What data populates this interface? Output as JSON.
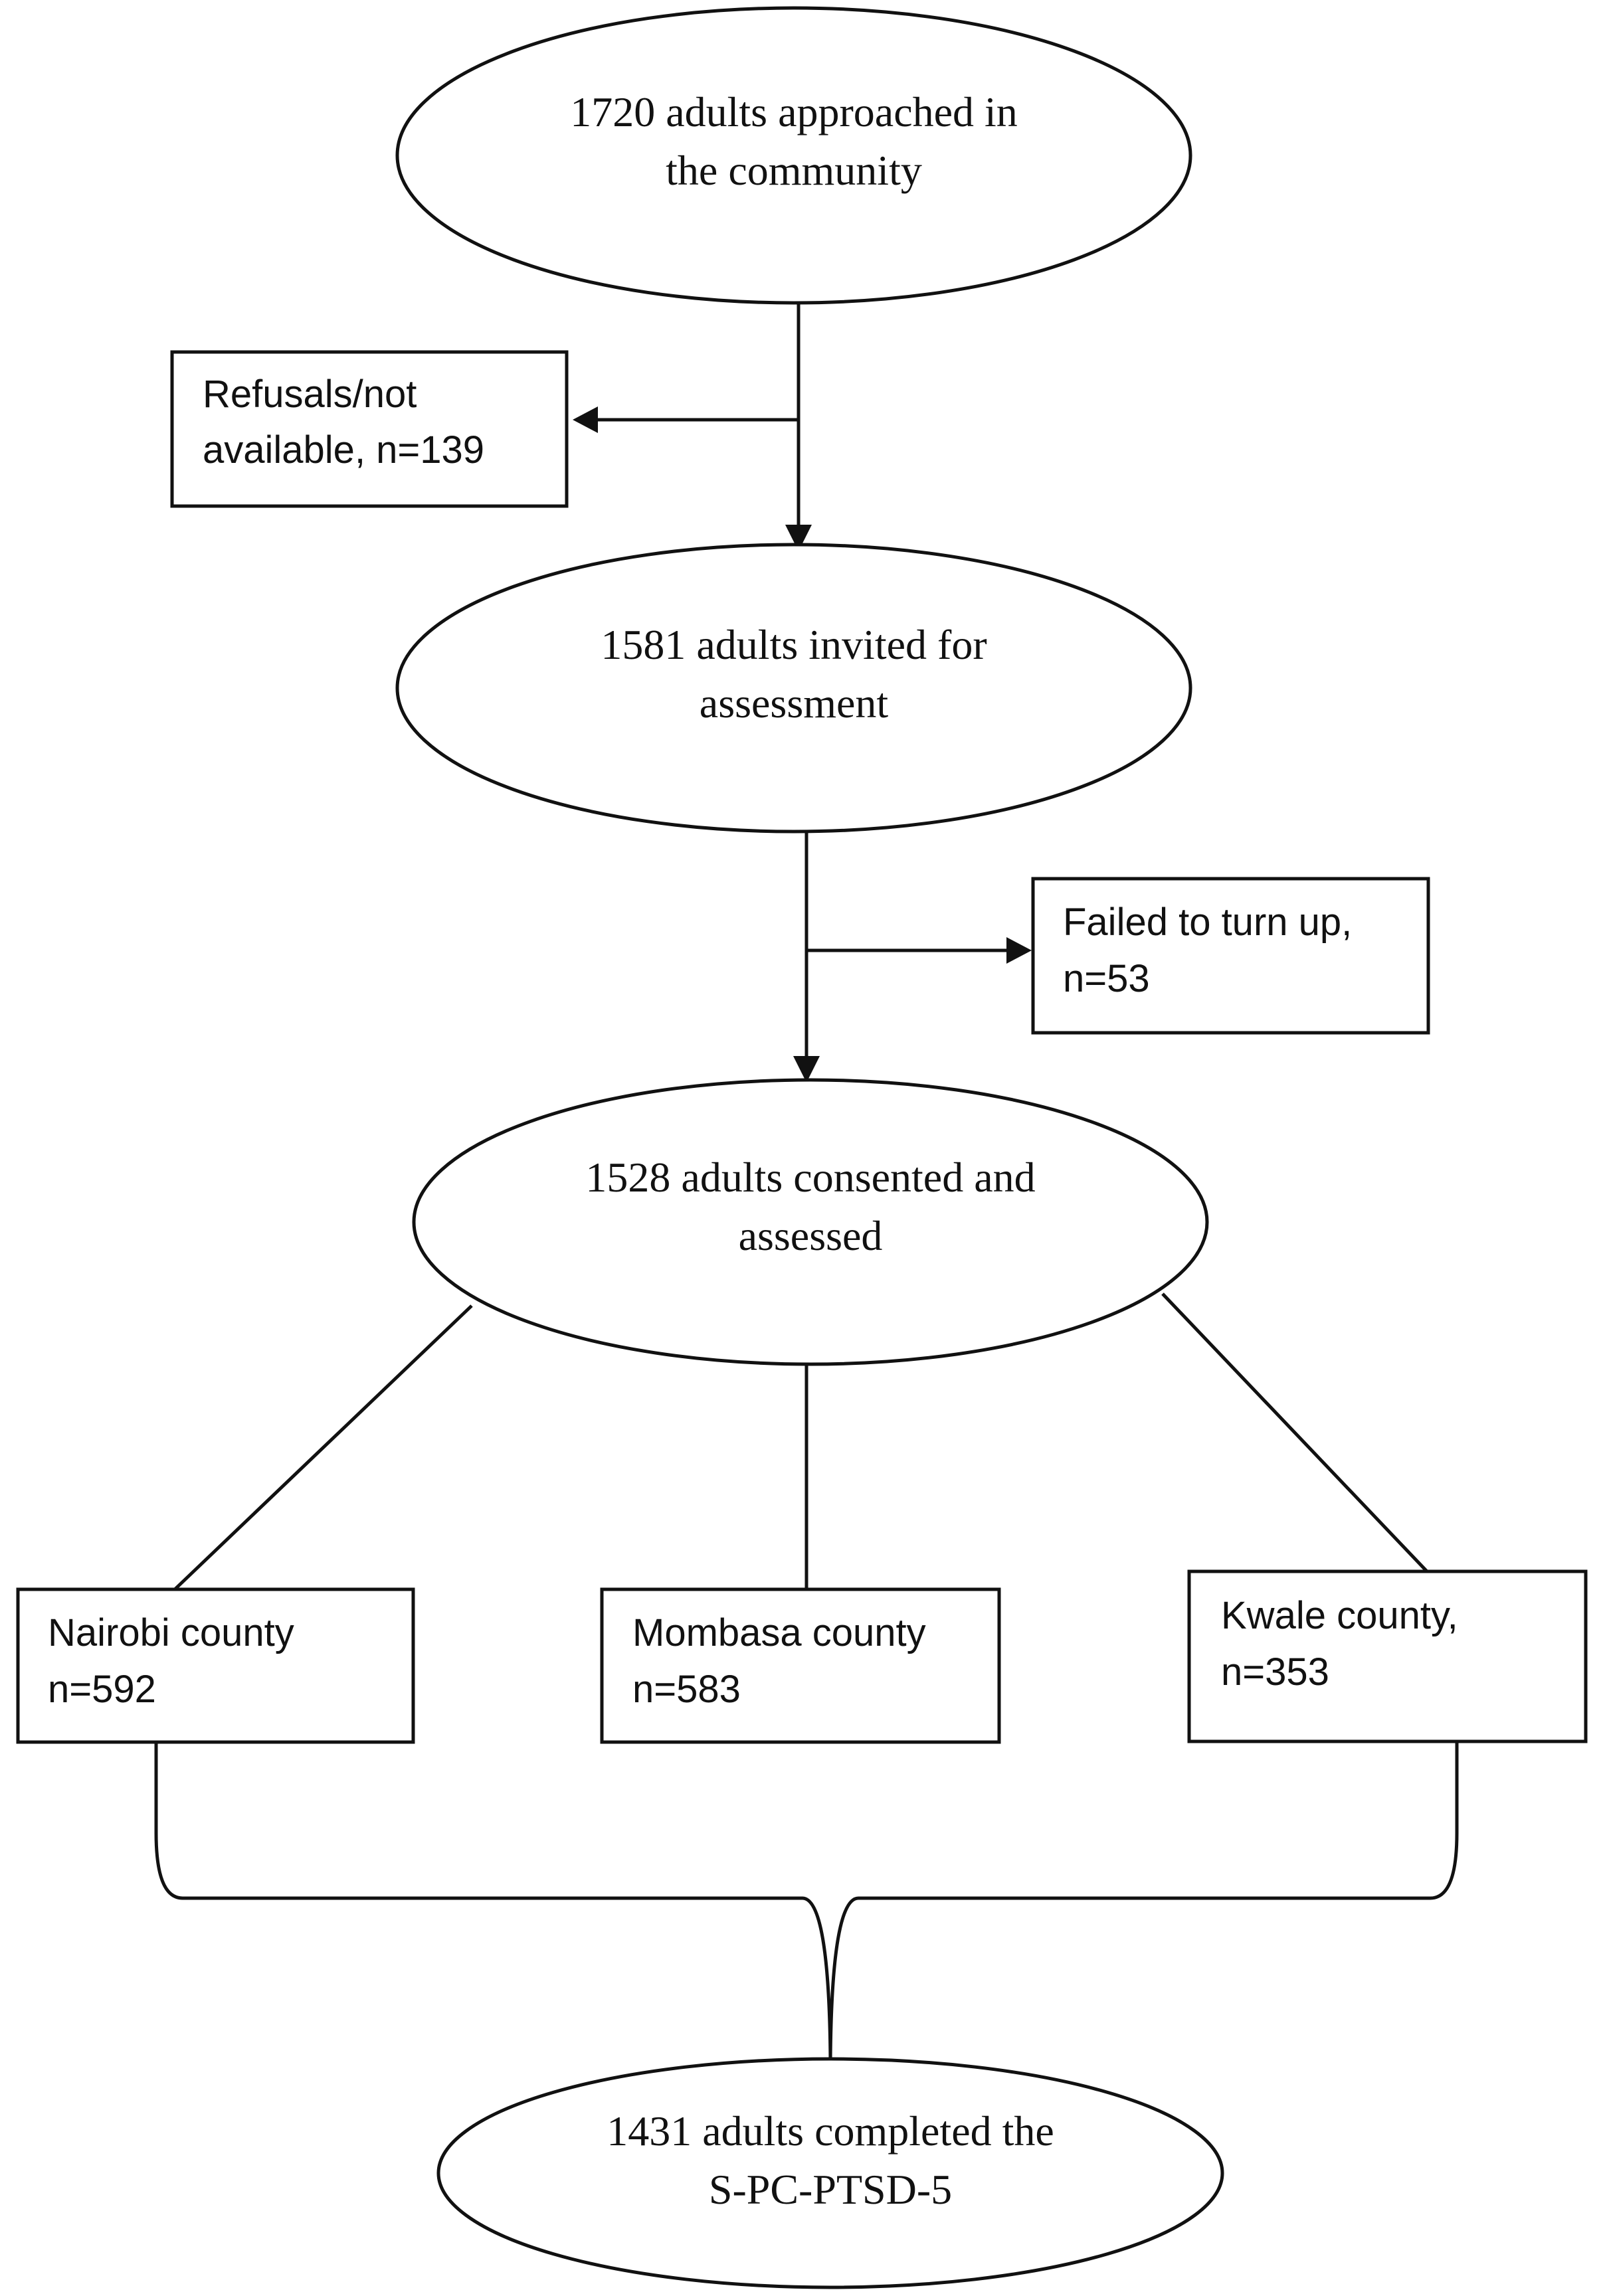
{
  "colors": {
    "stroke": "#111111",
    "fill": "#ffffff",
    "text": "#111111"
  },
  "nodes": {
    "approached": {
      "lines": [
        "1720 adults approached in",
        "the community"
      ]
    },
    "refusals": {
      "lines": [
        "Refusals/not",
        "available, n=139"
      ]
    },
    "invited": {
      "lines": [
        "1581 adults invited for",
        "assessment"
      ]
    },
    "failed": {
      "lines": [
        "Failed to turn up,",
        "n=53"
      ]
    },
    "consented": {
      "lines": [
        "1528 adults consented and",
        "assessed"
      ]
    },
    "nairobi": {
      "lines": [
        "Nairobi county",
        "n=592"
      ]
    },
    "mombasa": {
      "lines": [
        "Mombasa county",
        "n=583"
      ]
    },
    "kwale": {
      "lines": [
        "Kwale county,",
        "n=353"
      ]
    },
    "completed": {
      "lines": [
        "1431 adults completed the",
        "S-PC-PTSD-5"
      ]
    }
  }
}
